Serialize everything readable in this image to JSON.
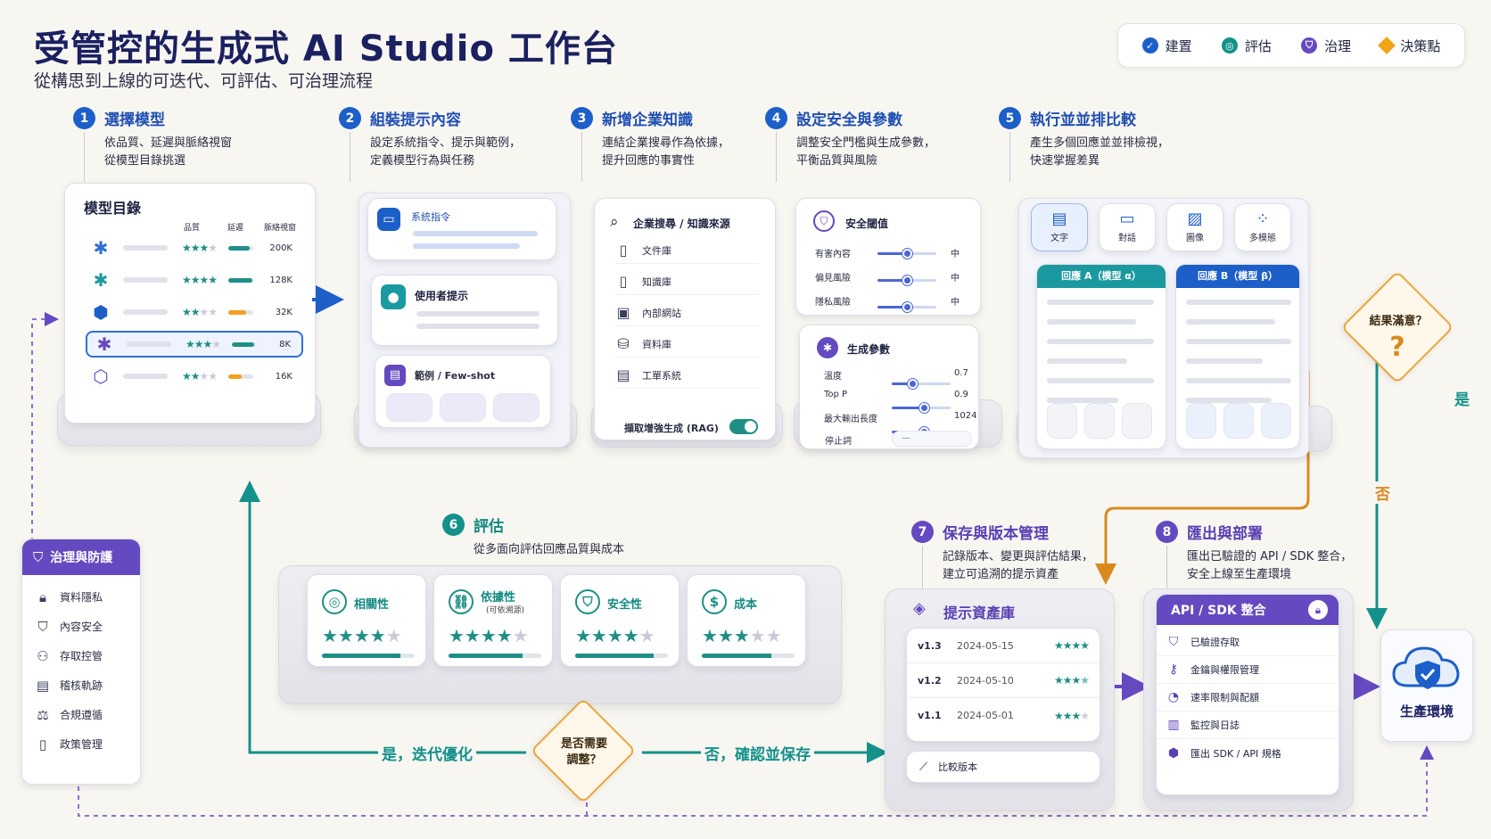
{
  "header": {
    "title": "受管控的生成式 AI Studio 工作台",
    "subtitle": "從構思到上線的可迭代、可評估、可治理流程"
  },
  "legend": [
    {
      "label": "建置",
      "icon": "check-circle-icon",
      "color": "#1d5fc9"
    },
    {
      "label": "評估",
      "icon": "evaluate-icon",
      "color": "#13918a"
    },
    {
      "label": "治理",
      "icon": "shield-icon",
      "color": "#6549c0"
    },
    {
      "label": "決策點",
      "icon": "diamond-icon",
      "color": "#f2a317"
    }
  ],
  "steps": {
    "s1": {
      "num": "1",
      "title": "選擇模型",
      "desc1": "依品質、延遲與脈絡視窗",
      "desc2": "從模型目錄挑選"
    },
    "s2": {
      "num": "2",
      "title": "組裝提示內容",
      "desc1": "設定系統指令、提示與範例，",
      "desc2": "定義模型行為與任務"
    },
    "s3": {
      "num": "3",
      "title": "新增企業知識",
      "desc1": "連結企業搜尋作為依據，",
      "desc2": "提升回應的事實性"
    },
    "s4": {
      "num": "4",
      "title": "設定安全與參數",
      "desc1": "調整安全門檻與生成參數，",
      "desc2": "平衡品質與風險"
    },
    "s5": {
      "num": "5",
      "title": "執行並並排比較",
      "desc1": "產生多個回應並並排檢視，",
      "desc2": "快速掌握差異"
    },
    "s6": {
      "num": "6",
      "title": "評估",
      "desc1": "從多面向評估回應品質與成本"
    },
    "s7": {
      "num": "7",
      "title": "保存與版本管理",
      "desc1": "記錄版本、變更與評估結果，",
      "desc2": "建立可追溯的提示資產"
    },
    "s8": {
      "num": "8",
      "title": "匯出與部署",
      "desc1": "匯出已驗證的 API / SDK 整合，",
      "desc2": "安全上線至生產環境"
    }
  },
  "model_catalog": {
    "title": "模型目錄",
    "columns": [
      "品質",
      "延遲",
      "脈絡視窗"
    ],
    "rows": [
      {
        "stars": 3,
        "latency": 0.85,
        "latency_color": "#1f8f86",
        "context": "200K",
        "selected": false
      },
      {
        "stars": 4,
        "latency": 0.95,
        "latency_color": "#1f8f86",
        "context": "128K",
        "selected": false
      },
      {
        "stars": 2,
        "latency": 0.7,
        "latency_color": "#f0a020",
        "context": "32K",
        "selected": false
      },
      {
        "stars": 3,
        "latency": 0.9,
        "latency_color": "#1f8f86",
        "context": "8K",
        "selected": true
      },
      {
        "stars": 2,
        "latency": 0.55,
        "latency_color": "#f0a020",
        "context": "16K",
        "selected": false
      }
    ]
  },
  "prompt": {
    "system": "系統指令",
    "user": "使用者提示",
    "fewshot": "範例 / Few-shot"
  },
  "knowledge": {
    "title": "企業搜尋 / 知識來源",
    "sources": [
      "文件庫",
      "知識庫",
      "內部網站",
      "資料庫",
      "工單系統"
    ],
    "rag_label": "擷取增強生成 (RAG)",
    "rag_on": true
  },
  "safety": {
    "title": "安全閾值",
    "items": [
      {
        "label": "有害內容",
        "level": "中",
        "fill": 0.5
      },
      {
        "label": "偏見風險",
        "level": "中",
        "fill": 0.5
      },
      {
        "label": "隱私風險",
        "level": "中",
        "fill": 0.5
      }
    ],
    "gen_title": "生成參數",
    "params": [
      {
        "label": "溫度",
        "value": "0.7",
        "fill": 0.35
      },
      {
        "label": "Top P",
        "value": "0.9",
        "fill": 0.55
      },
      {
        "label": "最大輸出長度",
        "value": "1024",
        "fill": 0.55
      }
    ],
    "stop_label": "停止詞",
    "stop_value": "—"
  },
  "compare": {
    "tabs": [
      "文字",
      "對話",
      "圖像",
      "多模態"
    ],
    "response_a": "回應 A（模型 α）",
    "response_b": "回應 B（模型 β）"
  },
  "decision1": {
    "label": "結果滿意？",
    "mark": "?",
    "yes": "是",
    "no": "否"
  },
  "evaluation": [
    {
      "label": "相關性",
      "sub": "",
      "stars": 4,
      "fill": 0.85
    },
    {
      "label": "依據性",
      "sub": "(可依溯源)",
      "stars": 4,
      "fill": 0.8
    },
    {
      "label": "安全性",
      "sub": "",
      "stars": 4,
      "fill": 0.85
    },
    {
      "label": "成本",
      "sub": "",
      "stars": 3,
      "fill": 0.75
    }
  ],
  "decision2": {
    "label1": "是否需要",
    "label2": "調整？",
    "yes": "是，迭代優化",
    "no": "否，確認並保存"
  },
  "governance": {
    "title": "治理與防護",
    "items": [
      "資料隱私",
      "內容安全",
      "存取控管",
      "稽核軌跡",
      "合規遵循",
      "政策管理"
    ]
  },
  "repository": {
    "title": "提示資產庫",
    "versions": [
      {
        "ver": "v1.3",
        "date": "2024-05-15",
        "stars": 4
      },
      {
        "ver": "v1.2",
        "date": "2024-05-10",
        "stars": 3.5
      },
      {
        "ver": "v1.1",
        "date": "2024-05-01",
        "stars": 3
      }
    ],
    "compare_label": "比較版本"
  },
  "api": {
    "title": "API / SDK 整合",
    "items": [
      "已驗證存取",
      "金鑰與權限管理",
      "速率限制與配額",
      "監控與日誌",
      "匯出 SDK / API 規格"
    ]
  },
  "production": {
    "label": "生產環境"
  }
}
